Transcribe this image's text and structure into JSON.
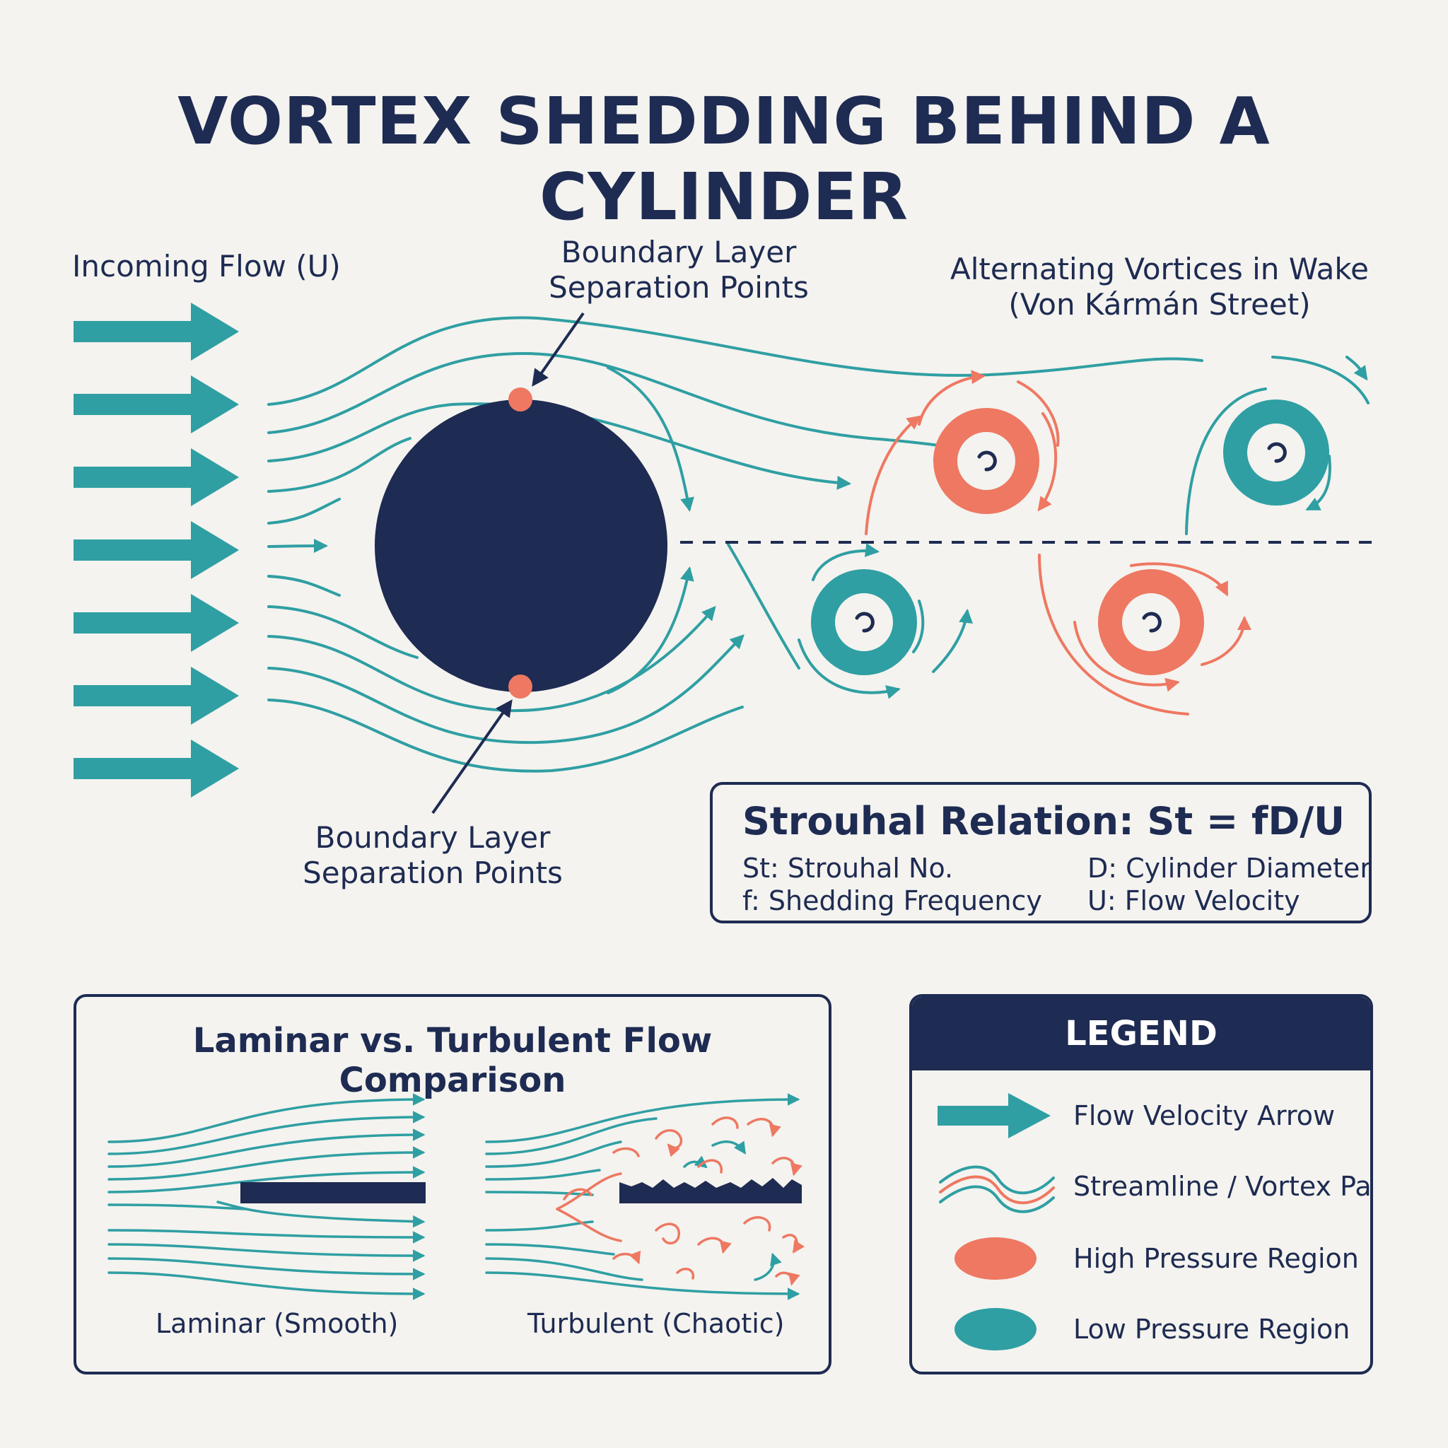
{
  "title": "VORTEX SHEDDING BEHIND A CYLINDER",
  "labels": {
    "incoming_flow": "Incoming Flow (U)",
    "separation_top_line1": "Boundary Layer",
    "separation_top_line2": "Separation Points",
    "separation_bottom_line1": "Boundary Layer",
    "separation_bottom_line2": "Separation Points",
    "wake_line1": "Alternating Vortices in Wake",
    "wake_line2": "(Von Kármán Street)"
  },
  "strouhal": {
    "title": "Strouhal Relation: St = fD/U",
    "defs": [
      "St: Strouhal No.",
      "D: Cylinder Diameter",
      "f: Shedding Frequency",
      "U: Flow Velocity"
    ]
  },
  "comparison": {
    "title": "Laminar vs. Turbulent Flow Comparison",
    "laminar_caption": "Laminar (Smooth)",
    "turbulent_caption": "Turbulent (Chaotic)"
  },
  "legend": {
    "header": "LEGEND",
    "items": [
      {
        "label": "Flow Velocity Arrow",
        "icon": "arrow-icon"
      },
      {
        "label": "Streamline / Vortex Path",
        "icon": "wave-icon"
      },
      {
        "label": "High Pressure Region",
        "icon": "high-pressure-icon"
      },
      {
        "label": "Low Pressure Region",
        "icon": "low-pressure-icon"
      }
    ]
  },
  "colors": {
    "navy": "#1e2b52",
    "teal": "#2f9fa3",
    "coral": "#ee7862",
    "background": "#f4f3ef"
  }
}
